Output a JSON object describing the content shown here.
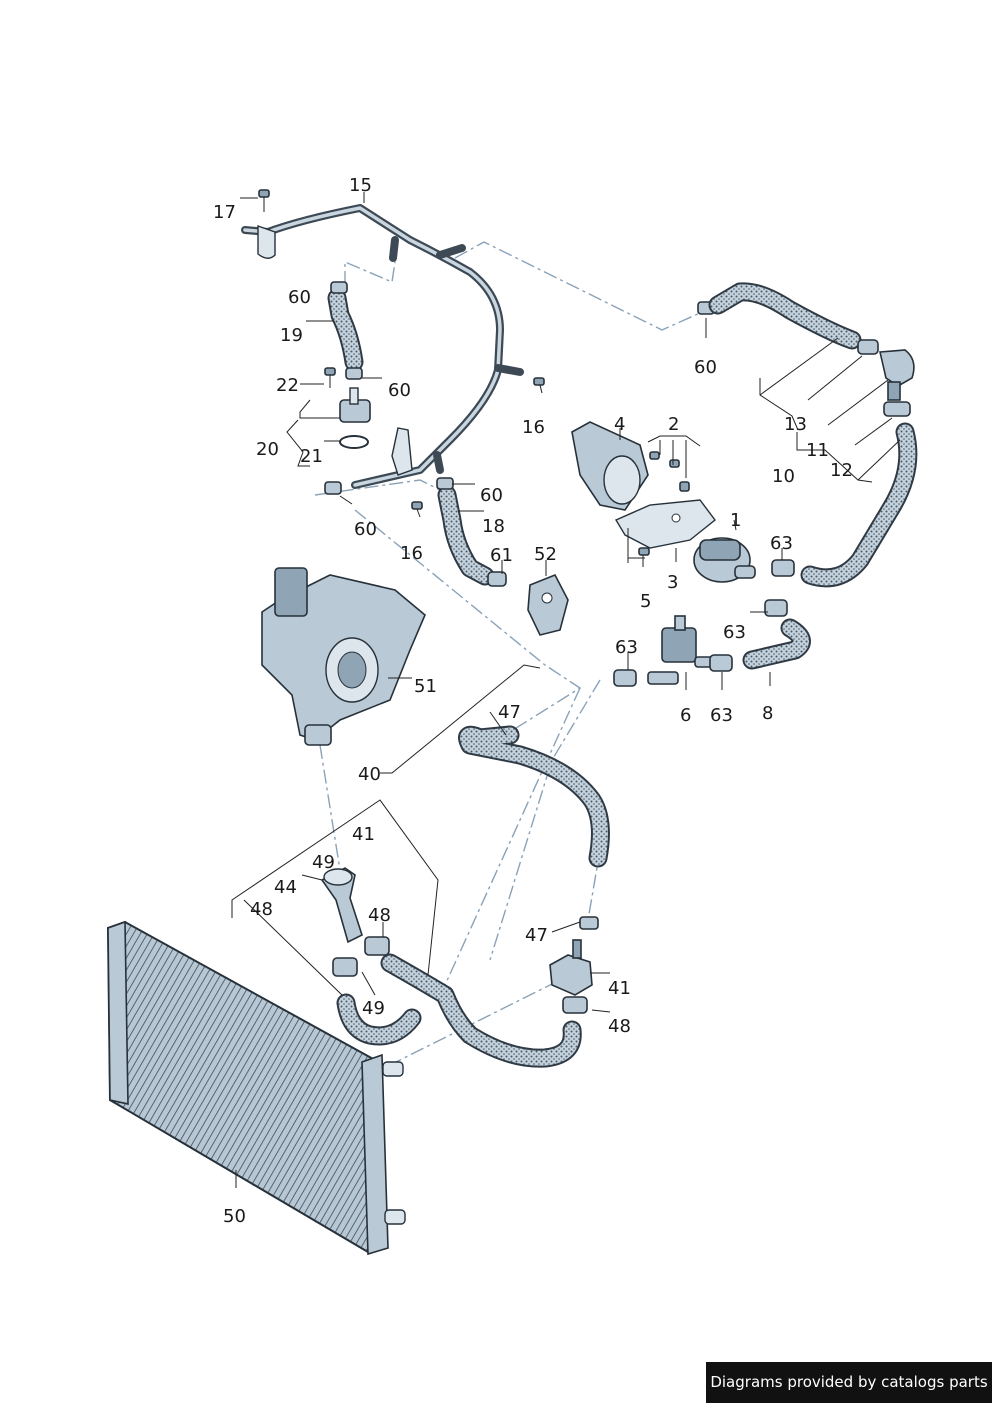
{
  "labels": {
    "l1": "1",
    "l2": "2",
    "l3": "3",
    "l4": "4",
    "l5": "5",
    "l6": "6",
    "l8": "8",
    "l10": "10",
    "l11": "11",
    "l12": "12",
    "l13": "13",
    "l15": "15",
    "l16a": "16",
    "l16b": "16",
    "l17": "17",
    "l18": "18",
    "l19": "19",
    "l20": "20",
    "l21": "21",
    "l22": "22",
    "l40": "40",
    "l41a": "41",
    "l41b": "41",
    "l44": "44",
    "l47a": "47",
    "l47b": "47",
    "l48a": "48",
    "l48b": "48",
    "l48c": "48",
    "l49a": "49",
    "l49b": "49",
    "l50": "50",
    "l51": "51",
    "l52": "52",
    "l60a": "60",
    "l60b": "60",
    "l60c": "60",
    "l60d": "60",
    "l60e": "60",
    "l61": "61",
    "l63a": "63",
    "l63b": "63",
    "l63c": "63",
    "l63d": "63"
  },
  "footer": {
    "text": "Diagrams provided by catalogs parts"
  },
  "colors": {
    "part_fill": "#b9c9d6",
    "outline": "#27313a",
    "dashed_line": "#8aa2b8",
    "footer_bg": "#111111"
  }
}
